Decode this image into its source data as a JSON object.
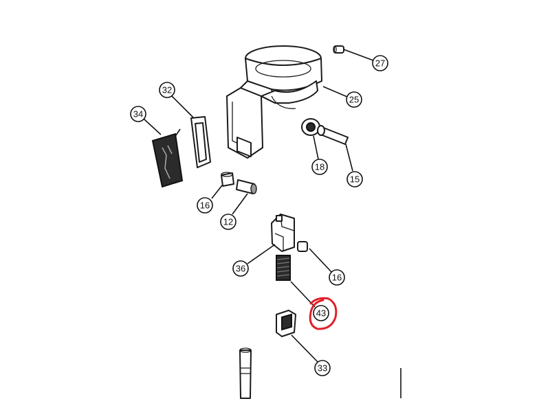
{
  "callouts": {
    "c27": "27",
    "c25": "25",
    "c32": "32",
    "c34": "34",
    "c18": "18",
    "c15": "15",
    "c16a": "16",
    "c12": "12",
    "c36": "36",
    "c16b": "16",
    "c43": "43",
    "c33": "33"
  },
  "colors": {
    "line": "#1a1a1a",
    "highlight": "#e0202a",
    "background": "#ffffff"
  }
}
